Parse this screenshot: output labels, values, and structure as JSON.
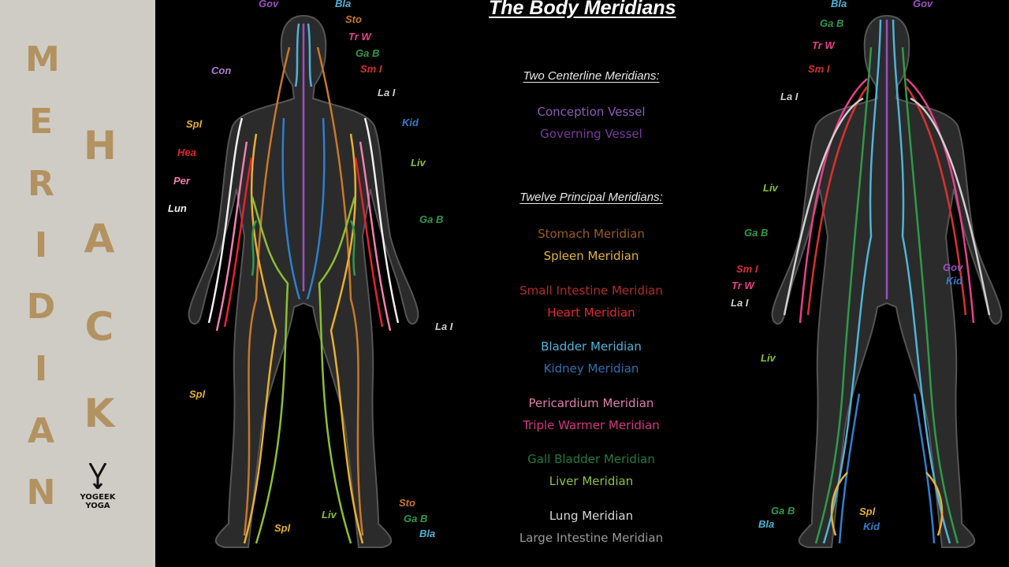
{
  "sidebar": {
    "word1": [
      "M",
      "E",
      "R",
      "I",
      "D",
      "I",
      "A",
      "N"
    ],
    "word2": [
      "H",
      "A",
      "C",
      "K"
    ],
    "logo_text": [
      "YOGEEK",
      "YOGA"
    ],
    "letter_color": "#b39261",
    "background": "#cfccc5"
  },
  "diagram": {
    "title": "The Body Meridians",
    "section1": {
      "heading": "Two Centerline Meridians:",
      "items": [
        {
          "text": "Conception Vessel",
          "color": "#8b5cb8"
        },
        {
          "text": "Governing Vessel",
          "color": "#7a3aa0"
        }
      ]
    },
    "section2": {
      "heading": "Twelve Principal Meridians:",
      "items": [
        {
          "text": "Stomach Meridian",
          "color": "#9a5a22"
        },
        {
          "text": "Spleen Meridian",
          "color": "#e3b23c"
        },
        {
          "text": "Small Intestine Meridian",
          "color": "#b02a2a"
        },
        {
          "text": "Heart Meridian",
          "color": "#e02a30"
        },
        {
          "text": "Bladder Meridian",
          "color": "#4fb3d9"
        },
        {
          "text": "Kidney Meridian",
          "color": "#2f6fb0"
        },
        {
          "text": "Pericardium Meridian",
          "color": "#e07fa8"
        },
        {
          "text": "Triple Warmer Meridian",
          "color": "#d6367f"
        },
        {
          "text": "Gall Bladder Meridian",
          "color": "#237a3e"
        },
        {
          "text": "Liver Meridian",
          "color": "#8fc23a"
        },
        {
          "text": "Lung Meridian",
          "color": "#d8d8d8"
        },
        {
          "text": "Large Intestine Meridian",
          "color": "#9a9a9a"
        }
      ]
    },
    "front_labels": [
      {
        "text": "Gov",
        "color": "#9b4fc2"
      },
      {
        "text": "Bla",
        "color": "#4fb3d9"
      },
      {
        "text": "Sto",
        "color": "#c8782a"
      },
      {
        "text": "Tr W",
        "color": "#e8408a"
      },
      {
        "text": "Ga B",
        "color": "#2e9a4a"
      },
      {
        "text": "Sm I",
        "color": "#d83030"
      },
      {
        "text": "Con",
        "color": "#b07ad0"
      },
      {
        "text": "La I",
        "color": "#cfcfcf"
      },
      {
        "text": "Kid",
        "color": "#2f7fd0"
      },
      {
        "text": "Spl",
        "color": "#e8b030"
      },
      {
        "text": "Hea",
        "color": "#e82030"
      },
      {
        "text": "Liv",
        "color": "#8cc030"
      },
      {
        "text": "Per",
        "color": "#f080b0"
      },
      {
        "text": "Lun",
        "color": "#f0f0f0"
      },
      {
        "text": "Ga B",
        "color": "#2e9a4a"
      },
      {
        "text": "La I",
        "color": "#cfcfcf"
      },
      {
        "text": "Spl",
        "color": "#e8b030"
      },
      {
        "text": "Sto",
        "color": "#c8782a"
      },
      {
        "text": "Liv",
        "color": "#8cc030"
      },
      {
        "text": "Ga B",
        "color": "#2e9a4a"
      },
      {
        "text": "Spl",
        "color": "#e8b030"
      },
      {
        "text": "Bla",
        "color": "#4fb3d9"
      }
    ],
    "back_labels": [
      {
        "text": "Bla",
        "color": "#4fb3d9"
      },
      {
        "text": "Gov",
        "color": "#9b4fc2"
      },
      {
        "text": "Ga B",
        "color": "#2e9a4a"
      },
      {
        "text": "Tr W",
        "color": "#e8408a"
      },
      {
        "text": "Sm I",
        "color": "#d83030"
      },
      {
        "text": "La I",
        "color": "#cfcfcf"
      },
      {
        "text": "Liv",
        "color": "#8cc030"
      },
      {
        "text": "Ga B",
        "color": "#2e9a4a"
      },
      {
        "text": "Sm I",
        "color": "#d83030"
      },
      {
        "text": "Gov",
        "color": "#9b4fc2"
      },
      {
        "text": "Tr W",
        "color": "#e8408a"
      },
      {
        "text": "Kid",
        "color": "#2f7fd0"
      },
      {
        "text": "La I",
        "color": "#cfcfcf"
      },
      {
        "text": "Liv",
        "color": "#8cc030"
      },
      {
        "text": "Ga B",
        "color": "#2e9a4a"
      },
      {
        "text": "Spl",
        "color": "#e8b030"
      },
      {
        "text": "Bla",
        "color": "#4fb3d9"
      },
      {
        "text": "Kid",
        "color": "#2f7fd0"
      }
    ]
  }
}
